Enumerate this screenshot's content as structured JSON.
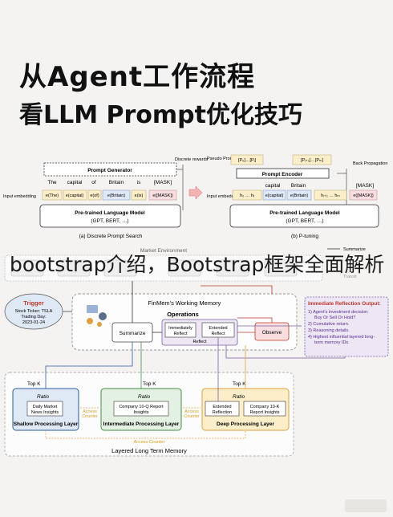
{
  "header": {
    "title_line1": "从Agent工作流程",
    "title_line2": "看LLM Prompt优化技巧"
  },
  "overlay_text": "bootstrap介绍，Bootstrap框架全面解析",
  "discrete": {
    "caption": "(a) Discrete Prompt Search",
    "generator": "Prompt Generator",
    "discrete_rewards": "Discrete rewards",
    "input_embedding": "Input embedding",
    "tokens": [
      "The",
      "capital",
      "of",
      "Britain",
      "is",
      "[MASK]"
    ],
    "embeddings": [
      "e(The)",
      "e(capital)",
      "e(of)",
      "e(Britain)",
      "e(is)",
      "e([MASK])"
    ],
    "lm_title": "Pre-trained Language Model",
    "lm_sub": "(GPT, BERT, …)"
  },
  "ptuning": {
    "caption": "(b) P-tuning",
    "pseudo_prompts": "Pseudo Prompts",
    "prompt_box1": "[P₀]…[Pᵢ]",
    "prompt_box2": "[Pᵢ₊₁]…[Pₘ]",
    "encoder": "Prompt Encoder",
    "back_prop": "Back Propagation",
    "input_embedding": "Input embedding",
    "tokens": [
      "capital",
      "Britain",
      "[MASK]"
    ],
    "embeddings": [
      "h₀ … hᵢ",
      "e(capital)",
      "e(Britain)",
      "hᵢ₊₁ … hₘ",
      "e([MASK])"
    ],
    "lm_title": "Pre-trained Language Model",
    "lm_sub": "(GPT, BERT, …)"
  },
  "finmem": {
    "market_env": "Market Environment",
    "summarize_legend": "Summarize",
    "transit": "Transit",
    "trigger_title": "Trigger",
    "trigger_ticker": "Stock Ticker: TSLA",
    "trigger_day": "Trading Day:",
    "trigger_date": "2023-01-24",
    "working_memory": "FinMem's Working Memory",
    "operations": "Operations",
    "summarize": "Summarize",
    "immediately_reflect": "Immediately Reflect",
    "extended_reflect": "Extended Reflect",
    "reflect": "Reflect",
    "observe": "Observe",
    "output_title": "Immediate Reflection Output:",
    "output_items": [
      "1) Agent's investment decision: Buy Or Sell Or Hold?",
      "2) Cumulative return.",
      "3) Reasoning details.",
      "4) Highest influential layered long-term memory IDs."
    ],
    "topk": "Top K",
    "ratio_shallow": "Ratio",
    "shallow_box": "Daily Market News Insights",
    "shallow_layer": "Shallow Processing Layer",
    "inter_box": "Company 10-Q Report Insights",
    "inter_layer": "Intermediate Processing Layer",
    "deep_box1": "Extended Reflection",
    "deep_box2": "Company 10-K Report Insights",
    "deep_layer": "Deep Processing Layer",
    "access_counter": "Access Counter",
    "long_term": "Layered Long Term Memory"
  },
  "colors": {
    "purple": "#7b5ea7",
    "red": "#c0392b",
    "green": "#4a8a4a",
    "orange": "#e0a040",
    "blue_fill": "#dfe8f5",
    "pink_fill": "#f8dede",
    "yellow_fill": "#fbeec9"
  }
}
